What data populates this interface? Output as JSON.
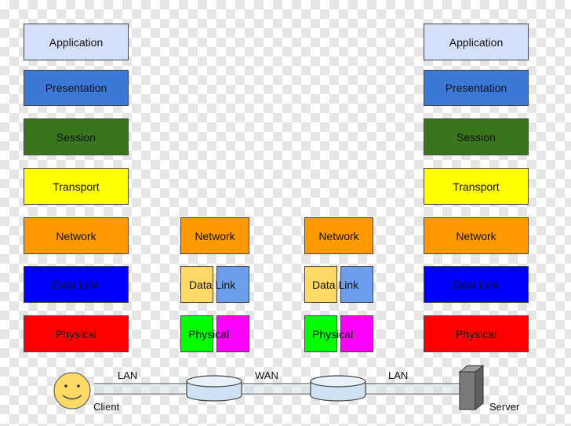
{
  "client_stack": {
    "application": "Application",
    "presentation": "Presentation",
    "session": "Session",
    "transport": "Transport",
    "network": "Network",
    "data_link": "Data Link",
    "physical": "Physical"
  },
  "server_stack": {
    "application": "Application",
    "presentation": "Presentation",
    "session": "Session",
    "transport": "Transport",
    "network": "Network",
    "data_link": "Data Link",
    "physical": "Physical"
  },
  "router_1": {
    "network": "Network",
    "data_link": "Data Link",
    "physical": "Physical"
  },
  "router_2": {
    "network": "Network",
    "data_link": "Data Link",
    "physical": "Physical"
  },
  "links": {
    "lan_left": "LAN",
    "wan": "WAN",
    "lan_right": "LAN"
  },
  "endpoints": {
    "client": "Client",
    "server": "Server"
  },
  "colors": {
    "application": "#d4dff9",
    "presentation": "#3c78d8",
    "session": "#38761d",
    "transport": "#ffff00",
    "network": "#ff9900",
    "data_link": "#0000ff",
    "physical": "#ff0000",
    "router_data_link_a": "#ffd966",
    "router_data_link_b": "#6d9eeb",
    "router_physical_a": "#00ff00",
    "router_physical_b": "#ff00ff",
    "face": "#ffd966"
  },
  "icons": {
    "client": "smiley-face-icon",
    "server": "server-tower-icon",
    "router": "router-cylinder-icon"
  }
}
